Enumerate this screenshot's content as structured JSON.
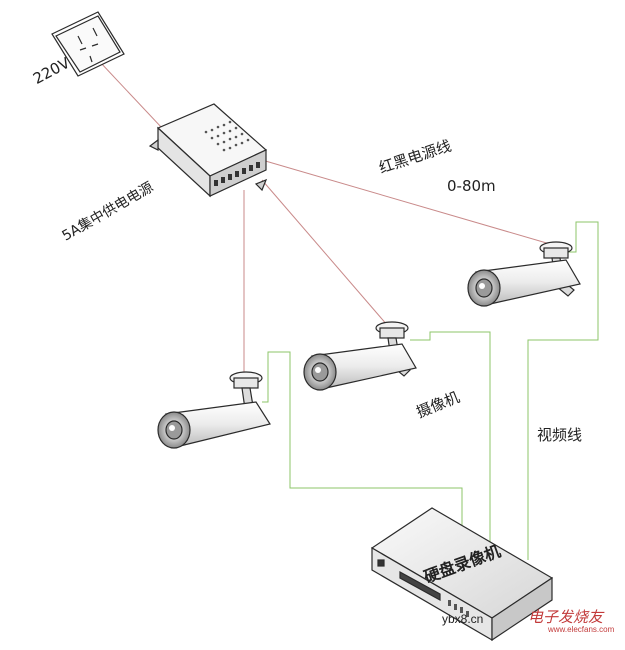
{
  "labels": {
    "voltage": "220V",
    "power_supply": "5A集中供电电源",
    "power_cable": "红黑电源线",
    "cable_range": "0-80m",
    "camera": "摄像机",
    "video_cable": "视频线",
    "dvr": "硬盘录像机"
  },
  "watermark": {
    "site": "ybx8.cn",
    "brand": "电子发烧友",
    "url": "www.elecfans.com"
  },
  "colors": {
    "power_line": "#c98a8a",
    "video_line": "#8cc56a",
    "outline": "#2b2b2b",
    "device_fill": "#f2f2f2",
    "watermark": "#c23a3a"
  }
}
